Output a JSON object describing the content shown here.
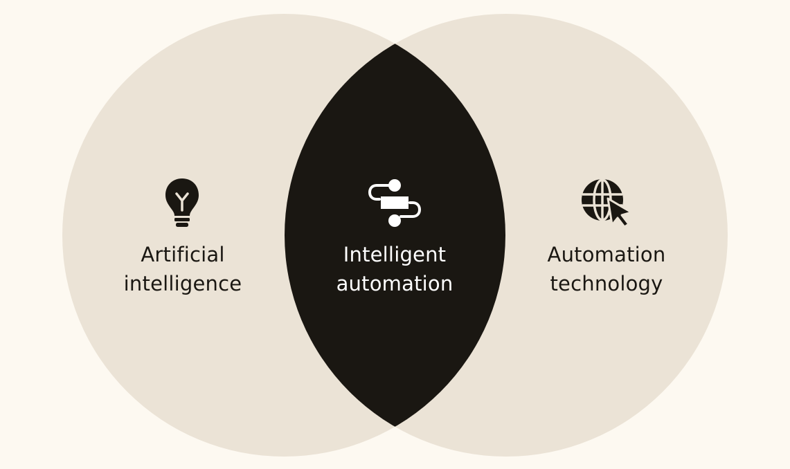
{
  "colors": {
    "background": "#fdf9f1",
    "circle_fill": "#ebe3d6",
    "intersection_fill": "#1a1712",
    "dark_text": "#1a1712",
    "light_text": "#ffffff"
  },
  "diagram": {
    "left": {
      "icon": "lightbulb-icon",
      "line1": "Artificial",
      "line2": "intelligence"
    },
    "center": {
      "icon": "workflow-icon",
      "line1": "Intelligent",
      "line2": "automation"
    },
    "right": {
      "icon": "globe-cursor-icon",
      "line1": "Automation",
      "line2": "technology"
    }
  }
}
